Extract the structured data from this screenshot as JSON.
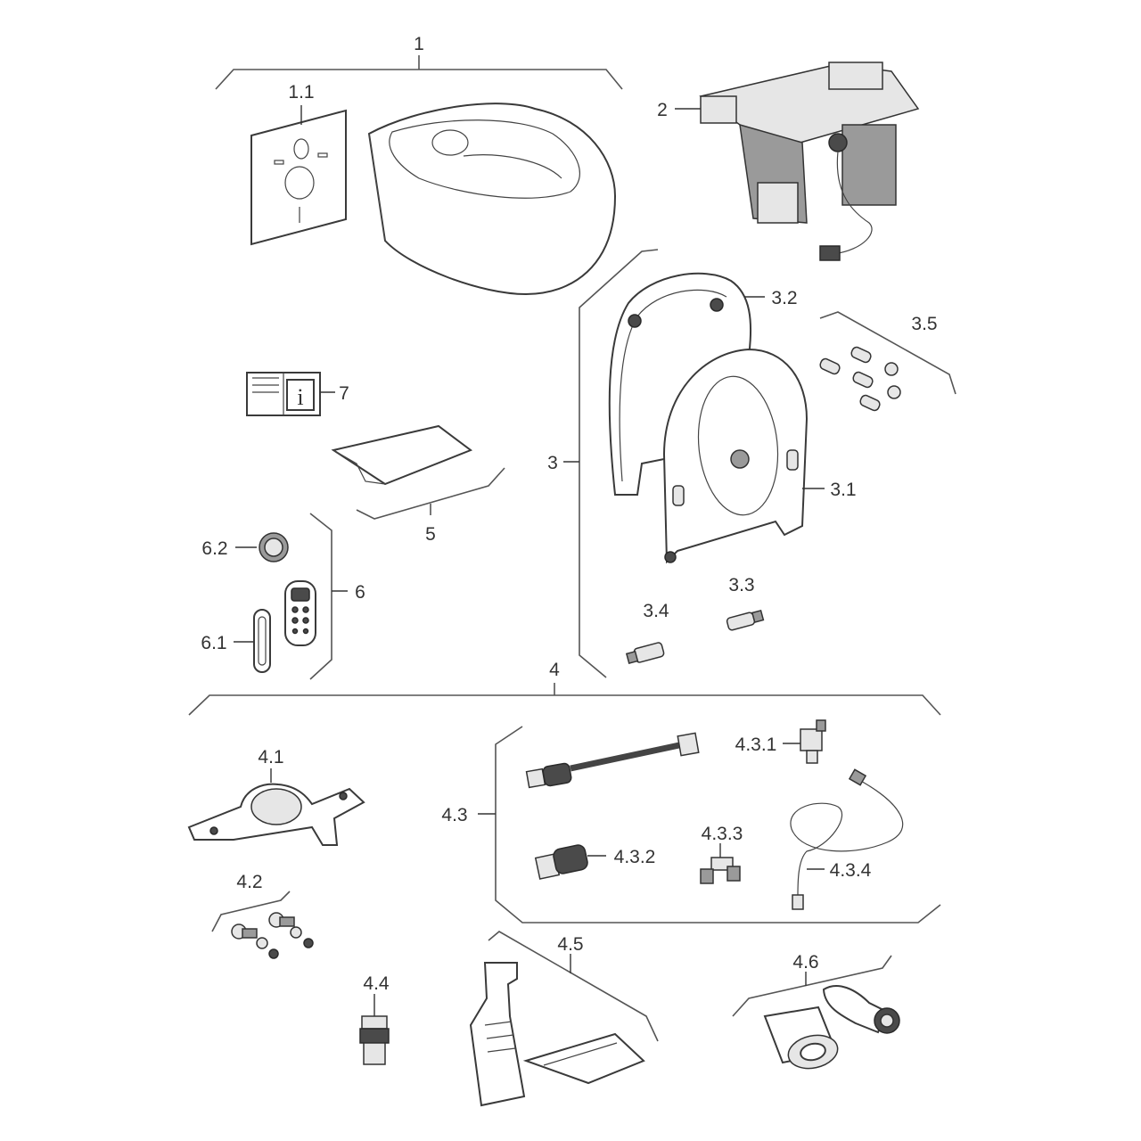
{
  "labels": {
    "l1": "1",
    "l1_1": "1.1",
    "l2": "2",
    "l3": "3",
    "l3_1": "3.1",
    "l3_2": "3.2",
    "l3_3": "3.3",
    "l3_4": "3.4",
    "l3_5": "3.5",
    "l4": "4",
    "l4_1": "4.1",
    "l4_2": "4.2",
    "l4_3": "4.3",
    "l4_3_1": "4.3.1",
    "l4_3_2": "4.3.2",
    "l4_3_3": "4.3.3",
    "l4_3_4": "4.3.4",
    "l4_4": "4.4",
    "l4_5": "4.5",
    "l4_6": "4.6",
    "l5": "5",
    "l6": "6",
    "l6_1": "6.1",
    "l6_2": "6.2",
    "l7": "7"
  },
  "manual_icon_glyph": "i",
  "colors": {
    "line": "#555555",
    "text": "#333333",
    "part_dark": "#4a4a4a",
    "part_mid": "#9a9a9a",
    "part_light": "#e6e6e6"
  }
}
